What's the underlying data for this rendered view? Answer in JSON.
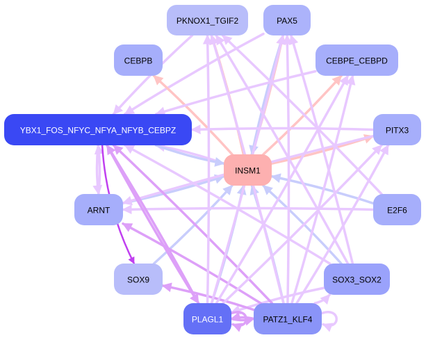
{
  "title": "Transcription factor regulatory network",
  "colors": {
    "edge_violet": "#e8c8ff",
    "edge_lilac": "#dda0f8",
    "edge_salmon": "#ffc4c4",
    "edge_blue": "#c8cdfc",
    "edge_purple": "#c040f0",
    "node_text_dark": "#000000",
    "node_text_light": "#ffffff"
  },
  "nodes": [
    {
      "id": "PKNOX1_TGIF2",
      "label": "PKNOX1_TGIF2",
      "fill": "#b8bdfa",
      "text": "dark"
    },
    {
      "id": "PAX5",
      "label": "PAX5",
      "fill": "#acb3fb",
      "text": "dark"
    },
    {
      "id": "CEBPB",
      "label": "CEBPB",
      "fill": "#a6aefb",
      "text": "dark"
    },
    {
      "id": "CEBPE_CEBPD",
      "label": "CEBPE_CEBPD",
      "fill": "#a6aefb",
      "text": "dark"
    },
    {
      "id": "YBX1",
      "label": "YBX1_FOS_NFYC_NFYA_NFYB_CEBPZ",
      "fill": "#3a48f4",
      "text": "light"
    },
    {
      "id": "PITX3",
      "label": "PITX3",
      "fill": "#a6aefb",
      "text": "dark"
    },
    {
      "id": "INSM1",
      "label": "INSM1",
      "fill": "#fdb0b0",
      "text": "dark"
    },
    {
      "id": "ARNT",
      "label": "ARNT",
      "fill": "#a6aefb",
      "text": "dark"
    },
    {
      "id": "E2F6",
      "label": "E2F6",
      "fill": "#a6aefb",
      "text": "dark"
    },
    {
      "id": "SOX9",
      "label": "SOX9",
      "fill": "#b8bdfa",
      "text": "dark"
    },
    {
      "id": "SOX3_SOX2",
      "label": "SOX3_SOX2",
      "fill": "#9aa2fb",
      "text": "dark"
    },
    {
      "id": "PLAGL1",
      "label": "PLAGL1",
      "fill": "#6470f6",
      "text": "light"
    },
    {
      "id": "PATZ1_KLF4",
      "label": "PATZ1_KLF4",
      "fill": "#8a94f8",
      "text": "dark"
    }
  ],
  "edges": [
    {
      "from": "PKNOX1_TGIF2",
      "to": "YBX1",
      "color": "edge_violet"
    },
    {
      "from": "PAX5",
      "to": "YBX1",
      "color": "edge_violet"
    },
    {
      "from": "INSM1",
      "to": "CEBPB",
      "color": "edge_salmon"
    },
    {
      "from": "INSM1",
      "to": "PKNOX1_TGIF2",
      "color": "edge_salmon"
    },
    {
      "from": "INSM1",
      "to": "PAX5",
      "color": "edge_salmon"
    },
    {
      "from": "INSM1",
      "to": "CEBPE_CEBPD",
      "color": "edge_salmon"
    },
    {
      "from": "INSM1",
      "to": "PITX3",
      "color": "edge_salmon"
    },
    {
      "from": "INSM1",
      "to": "YBX1",
      "color": "edge_violet"
    },
    {
      "from": "PAX5",
      "to": "INSM1",
      "color": "edge_blue"
    },
    {
      "from": "YBX1",
      "to": "INSM1",
      "color": "edge_blue"
    },
    {
      "from": "ARNT",
      "to": "INSM1",
      "color": "edge_blue"
    },
    {
      "from": "SOX9",
      "to": "INSM1",
      "color": "edge_blue"
    },
    {
      "from": "PLAGL1",
      "to": "INSM1",
      "color": "edge_blue"
    },
    {
      "from": "PATZ1_KLF4",
      "to": "INSM1",
      "color": "edge_blue"
    },
    {
      "from": "SOX3_SOX2",
      "to": "INSM1",
      "color": "edge_blue"
    },
    {
      "from": "E2F6",
      "to": "INSM1",
      "color": "edge_blue"
    },
    {
      "from": "E2F6",
      "to": "PKNOX1_TGIF2",
      "color": "edge_violet"
    },
    {
      "from": "E2F6",
      "to": "ARNT",
      "color": "edge_violet"
    },
    {
      "from": "PITX3",
      "to": "ARNT",
      "color": "edge_violet"
    },
    {
      "from": "PITX3",
      "to": "YBX1",
      "color": "edge_violet"
    },
    {
      "from": "SOX3_SOX2",
      "to": "PKNOX1_TGIF2",
      "color": "edge_violet"
    },
    {
      "from": "SOX3_SOX2",
      "to": "PAX5",
      "color": "edge_violet"
    },
    {
      "from": "SOX3_SOX2",
      "to": "YBX1",
      "color": "edge_violet"
    },
    {
      "from": "SOX3_SOX2",
      "to": "PLAGL1",
      "color": "edge_violet"
    },
    {
      "from": "PATZ1_KLF4",
      "to": "PKNOX1_TGIF2",
      "color": "edge_violet"
    },
    {
      "from": "PATZ1_KLF4",
      "to": "PAX5",
      "color": "edge_violet"
    },
    {
      "from": "PATZ1_KLF4",
      "to": "CEBPE_CEBPD",
      "color": "edge_violet"
    },
    {
      "from": "PATZ1_KLF4",
      "to": "PITX3",
      "color": "edge_violet"
    },
    {
      "from": "PATZ1_KLF4",
      "to": "YBX1",
      "color": "edge_lilac"
    },
    {
      "from": "PATZ1_KLF4",
      "to": "ARNT",
      "color": "edge_lilac"
    },
    {
      "from": "PATZ1_KLF4",
      "to": "SOX9",
      "color": "edge_lilac"
    },
    {
      "from": "PATZ1_KLF4",
      "to": "SOX3_SOX2",
      "color": "edge_violet"
    },
    {
      "from": "PATZ1_KLF4",
      "to": "PLAGL1",
      "color": "edge_lilac"
    },
    {
      "from": "PLAGL1",
      "to": "PKNOX1_TGIF2",
      "color": "edge_violet"
    },
    {
      "from": "PLAGL1",
      "to": "PAX5",
      "color": "edge_violet"
    },
    {
      "from": "PLAGL1",
      "to": "CEBPE_CEBPD",
      "color": "edge_violet"
    },
    {
      "from": "PLAGL1",
      "to": "PITX3",
      "color": "edge_violet"
    },
    {
      "from": "PLAGL1",
      "to": "YBX1",
      "color": "edge_lilac"
    },
    {
      "from": "PLAGL1",
      "to": "PATZ1_KLF4",
      "color": "edge_lilac"
    },
    {
      "from": "YBX1",
      "to": "ARNT",
      "color": "edge_violet"
    },
    {
      "from": "ARNT",
      "to": "YBX1",
      "color": "edge_violet"
    },
    {
      "from": "YBX1",
      "to": "SOX9",
      "color": "edge_purple"
    },
    {
      "from": "YBX1",
      "to": "PLAGL1",
      "color": "edge_lilac"
    },
    {
      "from": "CEBPE_CEBPD",
      "to": "YBX1",
      "color": "edge_violet"
    },
    {
      "from": "PATZ1_KLF4",
      "to": "PATZ1_KLF4",
      "color": "edge_violet",
      "self": true
    },
    {
      "from": "PLAGL1",
      "to": "PLAGL1",
      "color": "edge_lilac",
      "self": true
    }
  ]
}
